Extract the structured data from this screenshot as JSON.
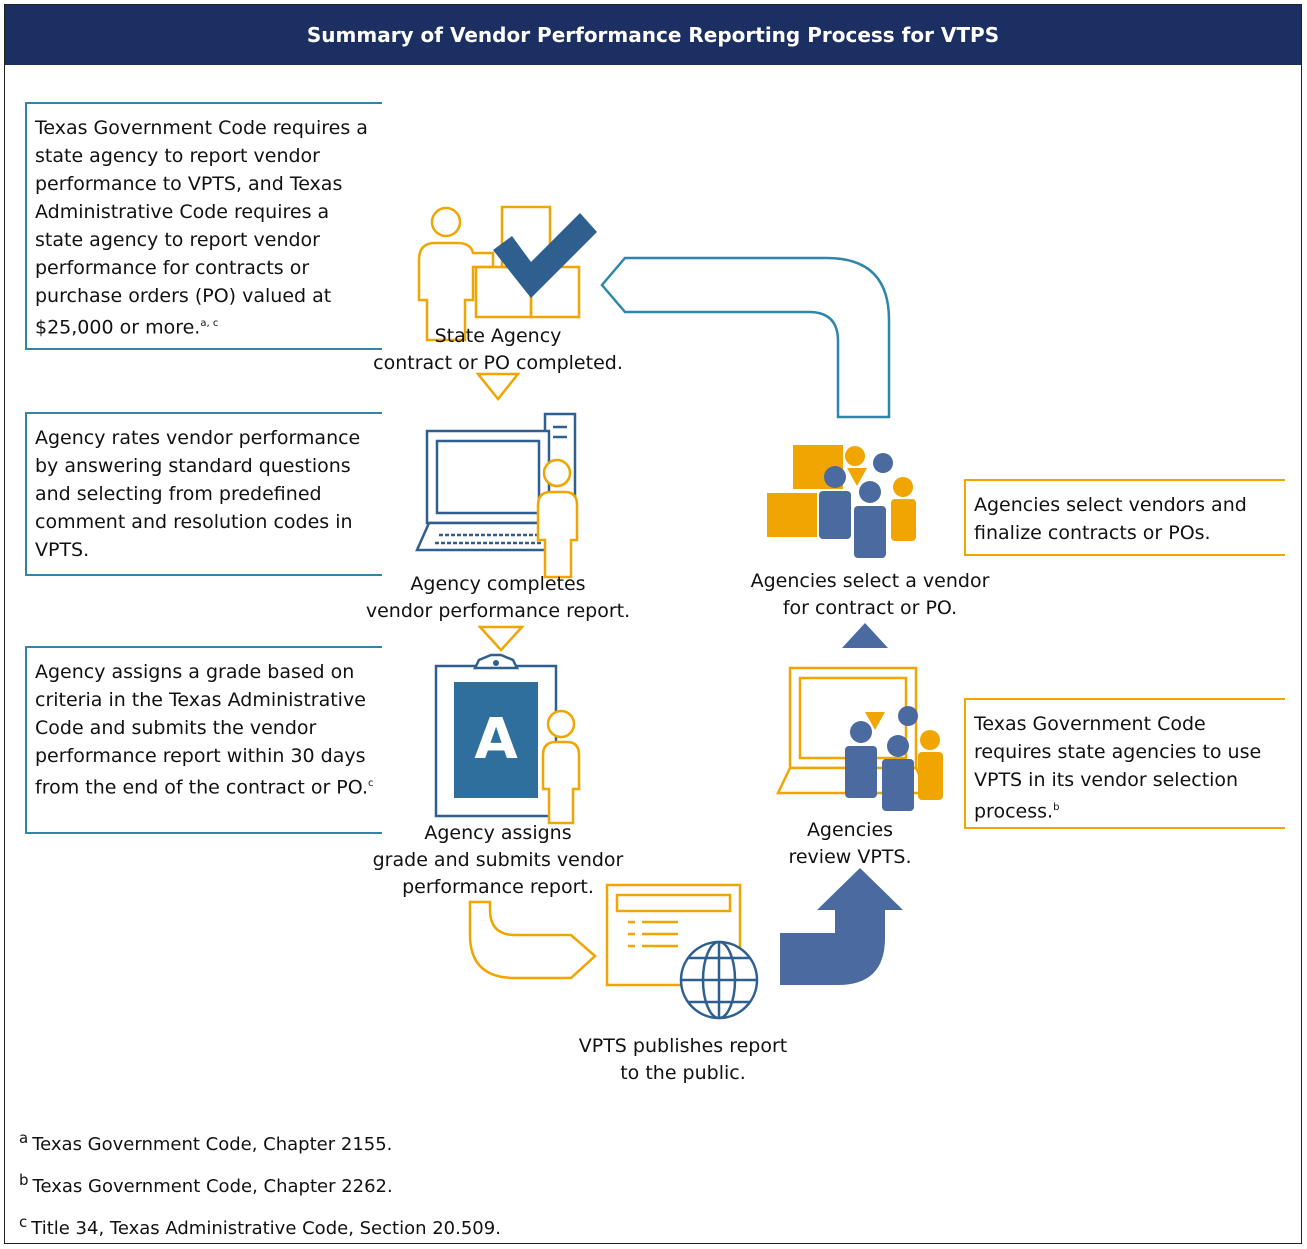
{
  "title": "Summary of Vendor Performance Reporting Process for VTPS",
  "colors": {
    "navy": "#1c2f62",
    "blue_outline": "#2e86ab",
    "orange": "#f0a500",
    "dark_blue": "#2f5f8f",
    "steel_blue": "#4a6aa0",
    "slate": "#4a5f8c"
  },
  "left_notes": [
    {
      "text": "Texas Government Code requires a state agency to report vendor performance to VPTS, and Texas Administrative Code requires a state agency to report vendor performance for contracts or purchase orders (PO) valued at $25,000 or more.",
      "sup": "a, c"
    },
    {
      "text": "Agency rates vendor performance by answering standard questions and selecting from predefined comment and resolution codes in VPTS.",
      "sup": ""
    },
    {
      "text": "Agency assigns a grade based on criteria in the Texas Administrative Code and submits the vendor performance report within 30 days from the end of the contract or PO.",
      "sup": "c"
    }
  ],
  "right_notes": [
    {
      "text": "Agencies select vendors and finalize contracts or POs.",
      "sup": ""
    },
    {
      "text": "Texas Government Code requires state agencies to use VPTS in its vendor selection process.",
      "sup": "b"
    }
  ],
  "steps": {
    "step1": {
      "line1": "State Agency",
      "line2": "contract or PO completed."
    },
    "step2": {
      "line1": "Agency completes",
      "line2": "vendor performance report."
    },
    "step3": {
      "line1": "Agency assigns",
      "line2": "grade and submits vendor",
      "line3": "performance report."
    },
    "step4": {
      "line1": "VPTS publishes report",
      "line2": "to the public."
    },
    "step5": {
      "line1": "Agencies",
      "line2": "review VPTS."
    },
    "step6": {
      "line1": "Agencies select a vendor",
      "line2": "for contract or PO."
    }
  },
  "grade_letter": "A",
  "footnotes": [
    {
      "mark": "a",
      "text": "Texas Government Code, Chapter 2155."
    },
    {
      "mark": "b",
      "text": "Texas Government Code, Chapter 2262."
    },
    {
      "mark": "c",
      "text": "Title 34, Texas Administrative Code, Section 20.509."
    }
  ]
}
